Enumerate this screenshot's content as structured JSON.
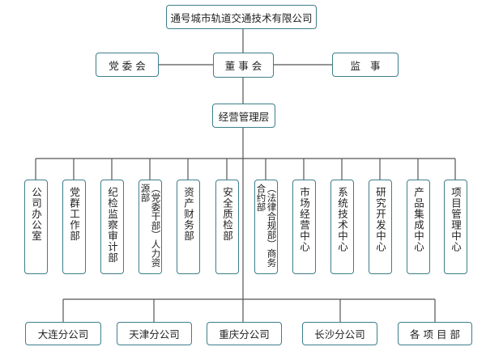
{
  "company": "通号城市轨道交通技术有限公司",
  "party_committee": "党 委 会",
  "board": "董 事 会",
  "supervisor": "监   事",
  "management": "经营管理层",
  "departments": [
    "公司办公室",
    "党群工作部",
    "纪检监察审计部",
    "（党委干部）人力资源部",
    "资产财务部",
    "安全质检部",
    "（法律合规部）商务合约部",
    "市场经营中心",
    "系统技术中心",
    "研究开发中心",
    "产品集成中心",
    "项目管理中心"
  ],
  "branches": [
    "大连分公司",
    "天津分公司",
    "重庆分公司",
    "长沙分公司",
    "各 项 目 部"
  ]
}
